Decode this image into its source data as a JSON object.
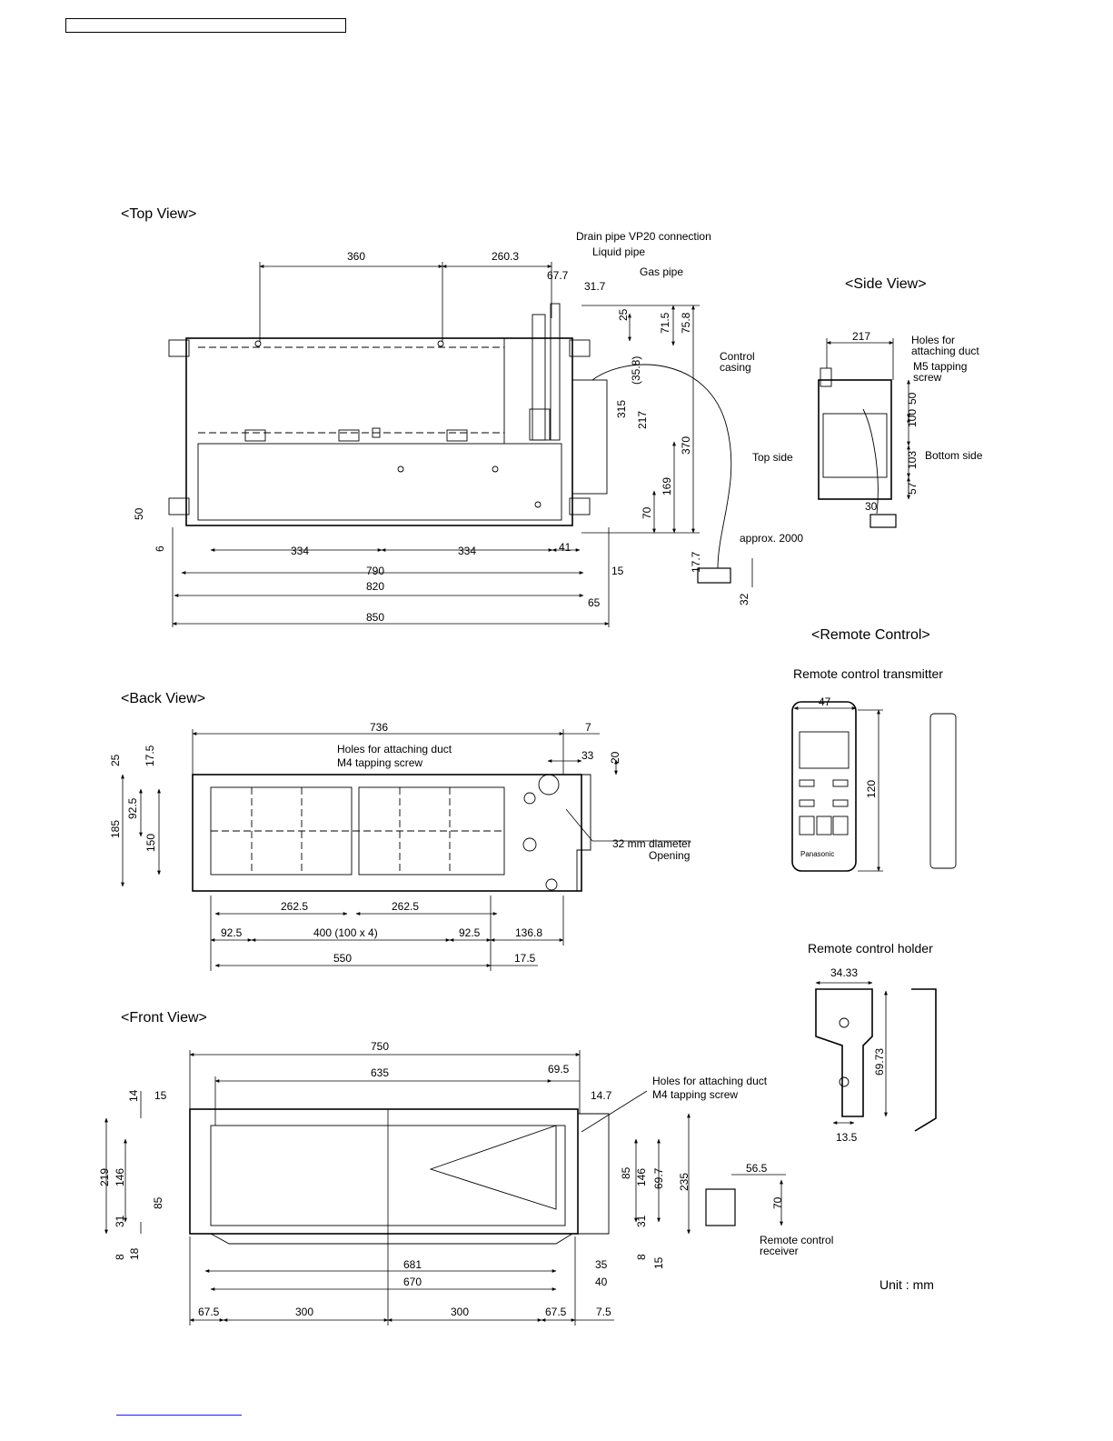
{
  "top_view": {
    "title": "<Top View>",
    "labels": {
      "drain_pipe": "Drain pipe VP20 connection",
      "liquid_pipe": "Liquid pipe",
      "gas_pipe": "Gas pipe",
      "control_casing_1": "Control",
      "control_casing_2": "casing",
      "approx": "approx. 2000"
    },
    "dims": {
      "d360": "360",
      "d260_3": "260.3",
      "d67_7": "67.7",
      "d31_7": "31.7",
      "d25": "25",
      "d71_5": "71.5",
      "d75_8": "75.8",
      "d35_8": "(35.8)",
      "d315": "315",
      "d217": "217",
      "d370": "370",
      "d169": "169",
      "d70": "70",
      "d50": "50",
      "d6": "6",
      "d334a": "334",
      "d334b": "334",
      "d41": "41",
      "d790": "790",
      "d15": "15",
      "d820": "820",
      "d65": "65",
      "d850": "850",
      "d17_7": "17.7",
      "d32": "32"
    }
  },
  "side_view": {
    "title": "<Side View>",
    "labels": {
      "holes_1": "Holes for",
      "holes_2": "attaching duct",
      "m5_1": "M5 tapping",
      "m5_2": "screw",
      "top_side": "Top side",
      "bottom_side": "Bottom side"
    },
    "dims": {
      "d217": "217",
      "d50": "50",
      "d100": "100",
      "d103": "103",
      "d57": "57",
      "d30": "30"
    }
  },
  "remote_control": {
    "title": "<Remote Control>",
    "transmitter_title": "Remote control transmitter",
    "holder_title": "Remote control holder",
    "dims": {
      "d47": "47",
      "d120": "120",
      "d34_33": "34.33",
      "d69_73": "69.73",
      "d13_5": "13.5"
    },
    "brand": "Panasonic"
  },
  "back_view": {
    "title": "<Back View>",
    "labels": {
      "holes": "Holes for attaching duct",
      "m4": "M4 tapping screw",
      "opening_1": "32 mm diameter",
      "opening_2": "Opening"
    },
    "dims": {
      "d736": "736",
      "d7": "7",
      "d25": "25",
      "d17_5": "17.5",
      "d33": "33",
      "d20": "20",
      "d185": "185",
      "d92_5v": "92.5",
      "d150": "150",
      "d262_5a": "262.5",
      "d262_5b": "262.5",
      "d92_5a": "92.5",
      "d400": "400 (100 x 4)",
      "d92_5b": "92.5",
      "d136_8": "136.8",
      "d550": "550",
      "d17_5b": "17.5"
    }
  },
  "front_view": {
    "title": "<Front View>",
    "labels": {
      "holes": "Holes for attaching duct",
      "m4": "M4 tapping screw",
      "receiver_1": "Remote control",
      "receiver_2": "receiver"
    },
    "dims": {
      "d750": "750",
      "d635": "635",
      "d69_5": "69.5",
      "d15": "15",
      "d14": "14",
      "d14_7": "14.7",
      "d219": "219",
      "d146": "146",
      "d85": "85",
      "d31": "31",
      "d8": "8",
      "d18": "18",
      "d85r": "85",
      "d146r": "146",
      "d69_7": "69.7",
      "d235": "235",
      "d31r": "31",
      "d8r": "8",
      "d15r": "15",
      "d56_5": "56.5",
      "d70": "70",
      "d681": "681",
      "d35": "35",
      "d670": "670",
      "d40": "40",
      "d67_5a": "67.5",
      "d300a": "300",
      "d300b": "300",
      "d67_5b": "67.5",
      "d7_5": "7.5"
    }
  },
  "unit": "Unit : mm"
}
